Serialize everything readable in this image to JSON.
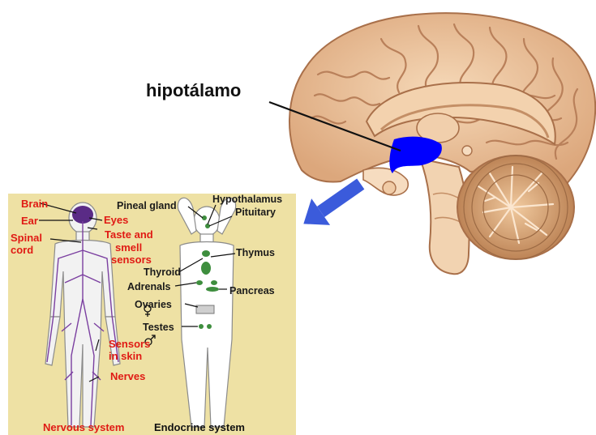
{
  "brain": {
    "label": "hipotálamo"
  },
  "nervous_system": {
    "caption": "Nervous system",
    "labels": {
      "brain": "Brain",
      "ear": "Ear",
      "eyes": "Eyes",
      "spinal_cord_1": "Spinal",
      "spinal_cord_2": "cord",
      "taste_1": "Taste and",
      "taste_2": "smell",
      "taste_3": "sensors",
      "skin_1": "Sensors",
      "skin_2": "in skin",
      "nerves": "Nerves"
    }
  },
  "endocrine_system": {
    "caption": "Endocrine system",
    "labels": {
      "pineal": "Pineal gland",
      "hypothalamus": "Hypothalamus",
      "pituitary": "Pituitary",
      "thymus": "Thymus",
      "thyroid": "Thyroid",
      "adrenals": "Adrenals",
      "pancreas": "Pancreas",
      "ovaries": "Ovaries",
      "testes": "Testes"
    }
  },
  "colors": {
    "panel_bg": "#eee1a4",
    "brain_flesh": "#efc8a0",
    "brain_dark": "#c8895c",
    "hypothalamus": "#0000ff",
    "arrow": "#3b5bdb",
    "label_red": "#e01a14",
    "nerve_purple": "#7b3fa0"
  }
}
